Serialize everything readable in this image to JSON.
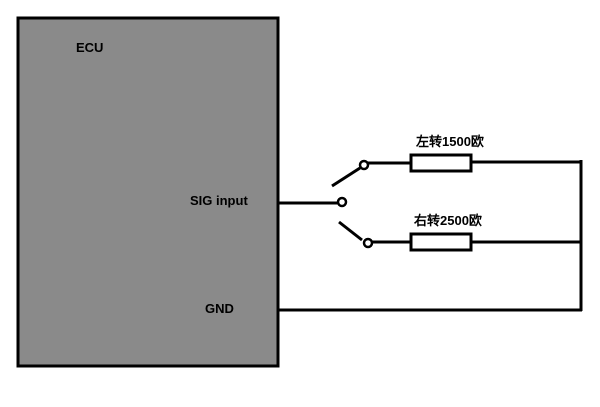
{
  "ecu": {
    "title": "ECU",
    "sig_label": "SIG input",
    "gnd_label": "GND",
    "fill_color": "#8a8a8a"
  },
  "resistors": {
    "left_turn_label": "左转1500欧",
    "right_turn_label": "右转2500欧"
  },
  "wire_color": "#000000"
}
